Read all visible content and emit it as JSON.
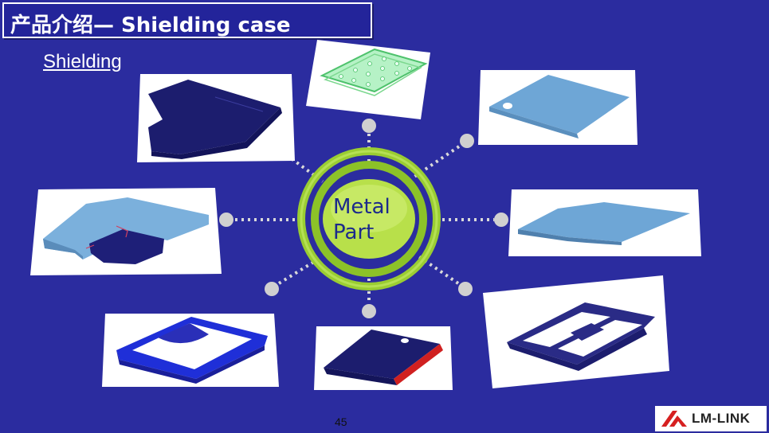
{
  "slide": {
    "title": "产品介绍— Shielding case",
    "subtitle": "Shielding ",
    "center_label_line1": "Metal",
    "center_label_line2": "Part",
    "page_number": "45",
    "logo_text": "LM-LINK"
  },
  "colors": {
    "background": "#2b2c9f",
    "ring_green": "#9acd32",
    "center_fill": "#b8e04a",
    "part_dark_navy": "#1c1d6e",
    "part_light_blue": "#6ea6d6",
    "part_bright_blue": "#1f2fd8",
    "accent_red": "#d02020",
    "node_gray": "#d0d0d0",
    "logo_red": "#d62020"
  }
}
